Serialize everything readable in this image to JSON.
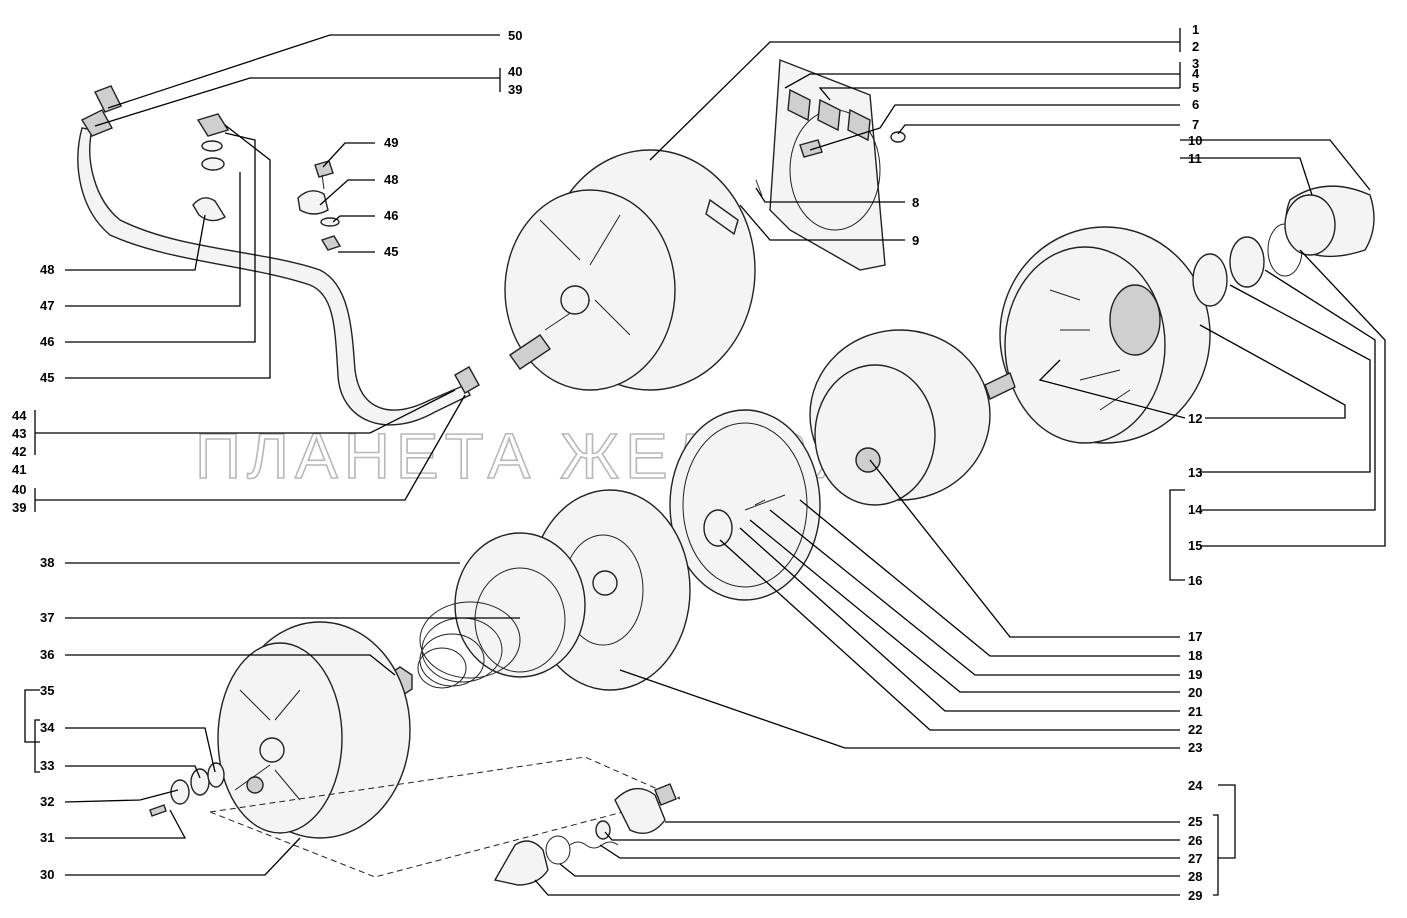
{
  "watermark": "ПЛАНЕТА ЖЕЛЕЗЯКА",
  "labels": [
    {
      "id": "50",
      "text": "50"
    },
    {
      "id": "40a",
      "text": "40"
    },
    {
      "id": "39a",
      "text": "39"
    },
    {
      "id": "49",
      "text": "49"
    },
    {
      "id": "48b",
      "text": "48"
    },
    {
      "id": "46b",
      "text": "46"
    },
    {
      "id": "45b",
      "text": "45"
    },
    {
      "id": "48a",
      "text": "48"
    },
    {
      "id": "47",
      "text": "47"
    },
    {
      "id": "46a",
      "text": "46"
    },
    {
      "id": "45a",
      "text": "45"
    },
    {
      "id": "44",
      "text": "44"
    },
    {
      "id": "43",
      "text": "43"
    },
    {
      "id": "42",
      "text": "42"
    },
    {
      "id": "41",
      "text": "41"
    },
    {
      "id": "40b",
      "text": "40"
    },
    {
      "id": "39b",
      "text": "39"
    },
    {
      "id": "38",
      "text": "38"
    },
    {
      "id": "37",
      "text": "37"
    },
    {
      "id": "36",
      "text": "36"
    },
    {
      "id": "35",
      "text": "35"
    },
    {
      "id": "34",
      "text": "34"
    },
    {
      "id": "33",
      "text": "33"
    },
    {
      "id": "32",
      "text": "32"
    },
    {
      "id": "31",
      "text": "31"
    },
    {
      "id": "30",
      "text": "30"
    },
    {
      "id": "1",
      "text": "1"
    },
    {
      "id": "2",
      "text": "2"
    },
    {
      "id": "3",
      "text": "3"
    },
    {
      "id": "4",
      "text": "4"
    },
    {
      "id": "5",
      "text": "5"
    },
    {
      "id": "6",
      "text": "6"
    },
    {
      "id": "7",
      "text": "7"
    },
    {
      "id": "8",
      "text": "8"
    },
    {
      "id": "9",
      "text": "9"
    },
    {
      "id": "10",
      "text": "10"
    },
    {
      "id": "11",
      "text": "11"
    },
    {
      "id": "12",
      "text": "12"
    },
    {
      "id": "13",
      "text": "13"
    },
    {
      "id": "14",
      "text": "14"
    },
    {
      "id": "15",
      "text": "15"
    },
    {
      "id": "16",
      "text": "16"
    },
    {
      "id": "17",
      "text": "17"
    },
    {
      "id": "18",
      "text": "18"
    },
    {
      "id": "19",
      "text": "19"
    },
    {
      "id": "20",
      "text": "20"
    },
    {
      "id": "21",
      "text": "21"
    },
    {
      "id": "22",
      "text": "22"
    },
    {
      "id": "23",
      "text": "23"
    },
    {
      "id": "24",
      "text": "24"
    },
    {
      "id": "25",
      "text": "25"
    },
    {
      "id": "26",
      "text": "26"
    },
    {
      "id": "27",
      "text": "27"
    },
    {
      "id": "28",
      "text": "28"
    },
    {
      "id": "29",
      "text": "29"
    }
  ]
}
